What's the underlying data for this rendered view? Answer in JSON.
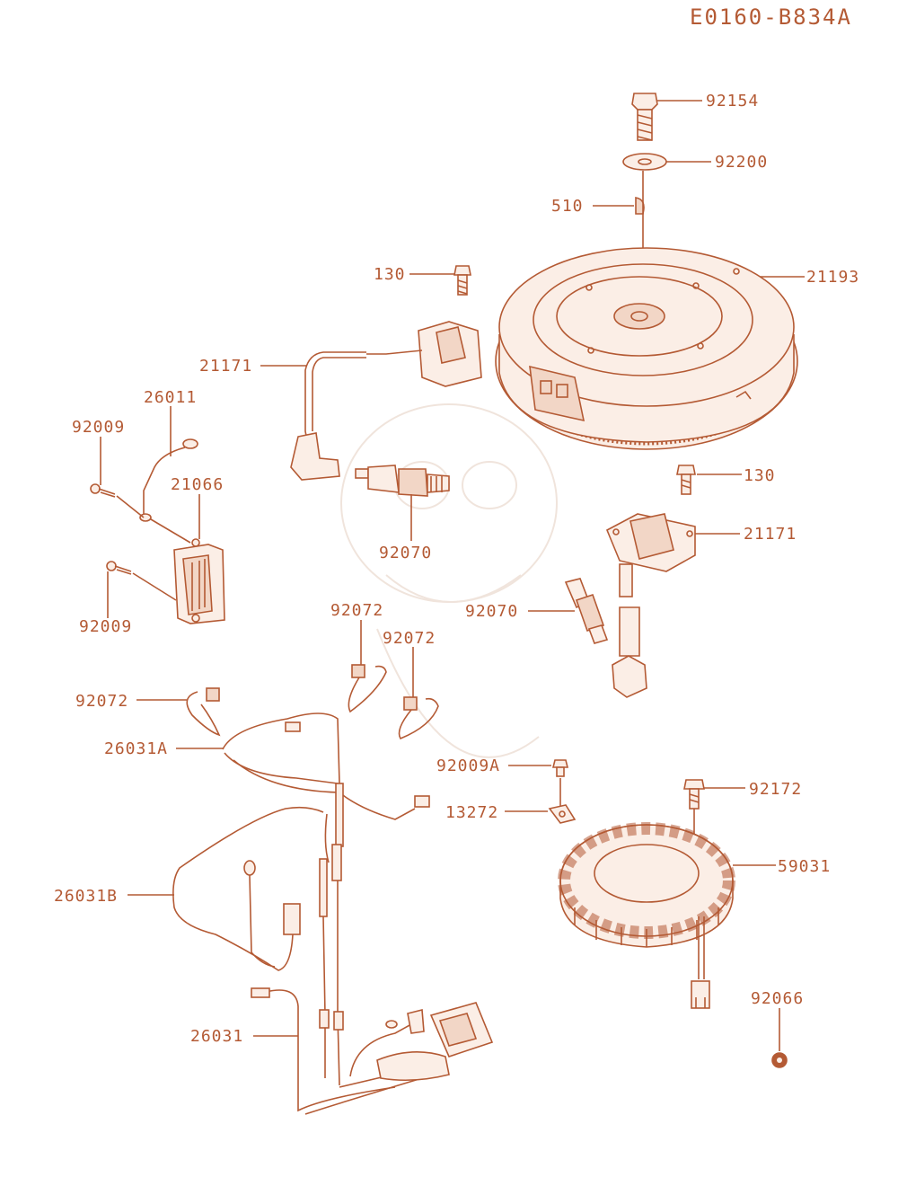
{
  "diagram_code": "E0160-B834A",
  "parts": {
    "p92154": "92154",
    "p92200": "92200",
    "p510": "510",
    "p130_top": "130",
    "p21193": "21193",
    "p21171_left": "21171",
    "p26011": "26011",
    "p92009_top": "92009",
    "p21066": "21066",
    "p92070_left": "92070",
    "p130_right": "130",
    "p21171_right": "21171",
    "p92009_bottom": "92009",
    "p92072_a": "92072",
    "p92072_b": "92072",
    "p92070_right": "92070",
    "p92072_c": "92072",
    "p26031A": "26031A",
    "p92009A": "92009A",
    "p92172": "92172",
    "p13272": "13272",
    "p59031": "59031",
    "p26031B": "26031B",
    "p92066": "92066",
    "p26031": "26031"
  },
  "colors": {
    "line": "#b45a34",
    "fill": "#fbeee6",
    "background": "#ffffff"
  }
}
